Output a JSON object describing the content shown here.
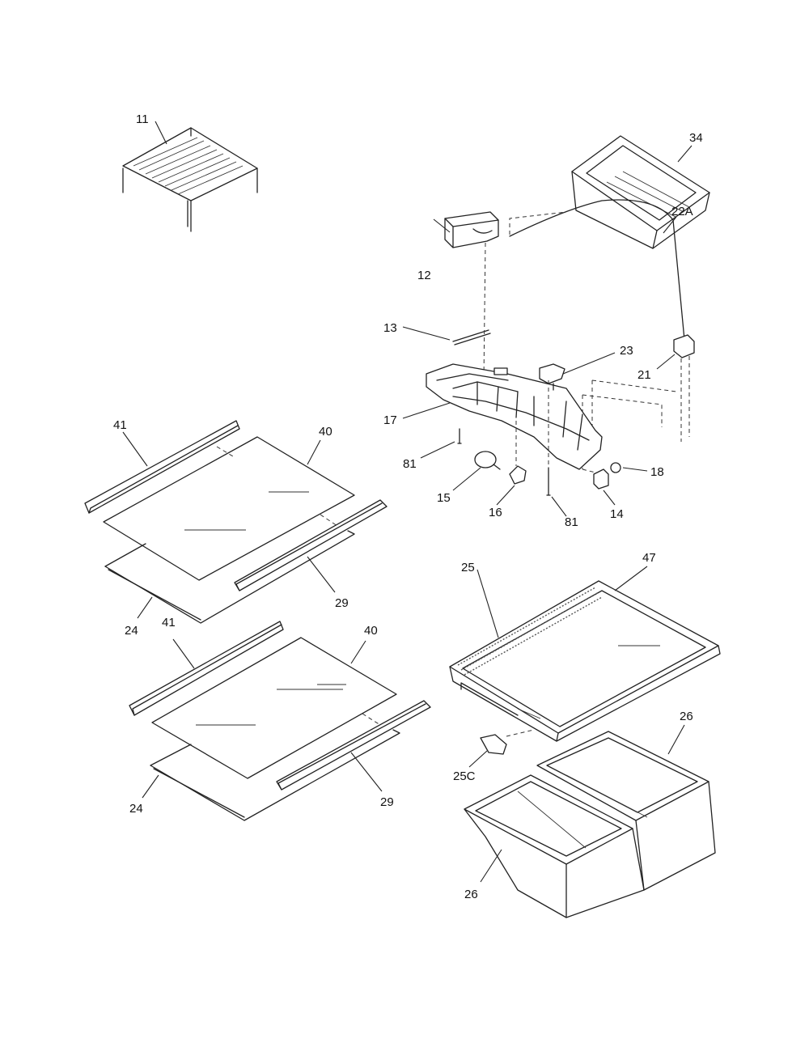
{
  "callouts": {
    "p11": "11",
    "p34": "34",
    "p12": "12",
    "p22a": "22A",
    "p13": "13",
    "p23": "23",
    "p21": "21",
    "p17": "17",
    "p81a": "81",
    "p18": "18",
    "p15": "15",
    "p16": "16",
    "p14": "14",
    "p81b": "81",
    "p41a": "41",
    "p40a": "40",
    "p29a": "29",
    "p24a": "24",
    "p41b": "41",
    "p40b": "40",
    "p29b": "29",
    "p24b": "24",
    "p47": "47",
    "p25": "25",
    "p26a": "26",
    "p25c": "25C",
    "p26b": "26"
  }
}
